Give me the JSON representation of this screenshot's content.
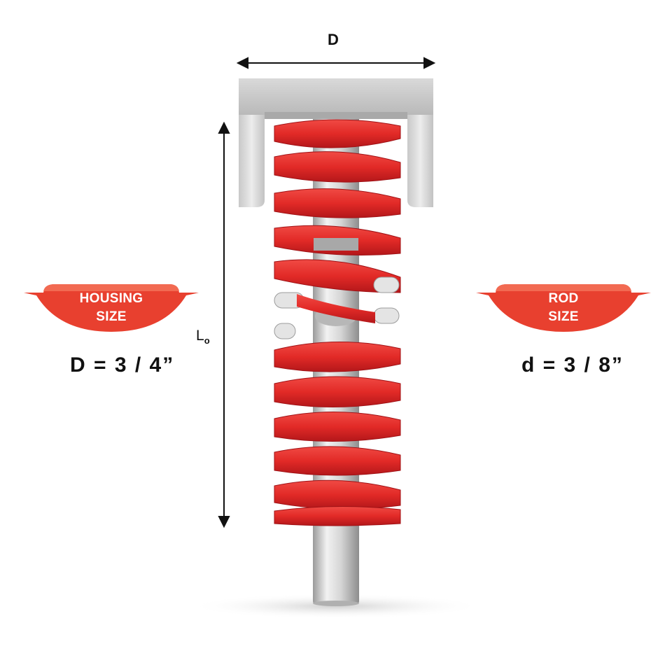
{
  "dimensions": {
    "diameter_label": "D",
    "length_label": "L",
    "length_subscript": "o"
  },
  "housing": {
    "badge_line1": "HOUSING",
    "badge_line2": "SIZE",
    "formula": "D = 3 / 4”"
  },
  "rod": {
    "badge_line1": "ROD",
    "badge_line2": "SIZE",
    "formula": "d = 3 / 8”"
  },
  "colors": {
    "spring_red": "#e5282a",
    "badge_red": "#e8402f",
    "metal": "#cfcfcf"
  }
}
